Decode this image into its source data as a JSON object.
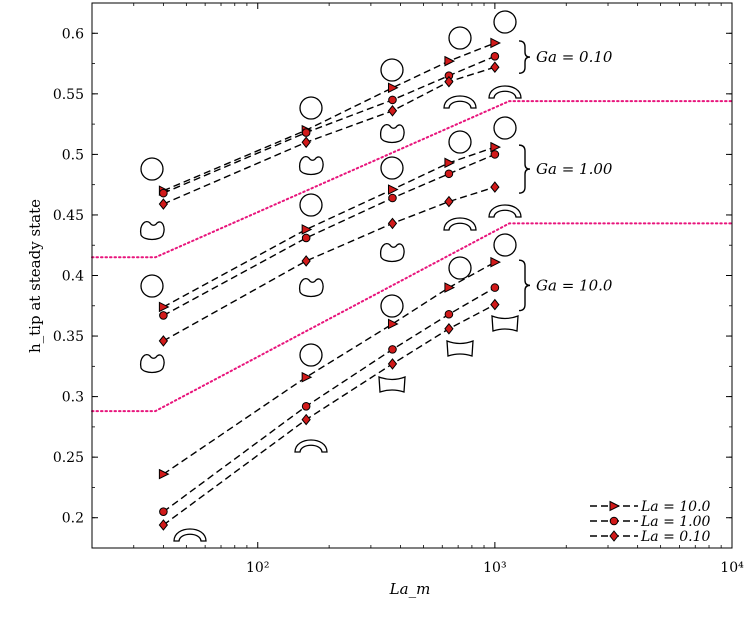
{
  "chart_data": {
    "type": "line",
    "xscale": "log",
    "xlim": [
      20,
      10000
    ],
    "ylim": [
      0.175,
      0.625
    ],
    "xlabel": "La_m",
    "ylabel": "h_tip at steady state",
    "x_ticks": [
      {
        "value": 100,
        "label": "10²"
      },
      {
        "value": 1000,
        "label": "10³"
      },
      {
        "value": 10000,
        "label": "10⁴"
      }
    ],
    "y_ticks": [
      0.2,
      0.25,
      0.3,
      0.35,
      0.4,
      0.45,
      0.5,
      0.55,
      0.6
    ],
    "y_tick_labels": [
      "0.2",
      "0.25",
      "0.3",
      "0.35",
      "0.4",
      "0.45",
      "0.5",
      "0.55",
      "0.6"
    ],
    "x": [
      40,
      160,
      370,
      640,
      1000
    ],
    "groups": [
      {
        "label": "Ga = 0.10",
        "series": [
          {
            "marker": "triangle",
            "values": [
              0.47,
              0.52,
              0.555,
              0.577,
              0.592
            ]
          },
          {
            "marker": "circle",
            "values": [
              0.468,
              0.518,
              0.545,
              0.565,
              0.581
            ]
          },
          {
            "marker": "diamond",
            "values": [
              0.459,
              0.51,
              0.536,
              0.56,
              0.572
            ]
          }
        ]
      },
      {
        "label": "Ga = 1.00",
        "series": [
          {
            "marker": "triangle",
            "values": [
              0.374,
              0.438,
              0.471,
              0.493,
              0.506
            ]
          },
          {
            "marker": "circle",
            "values": [
              0.367,
              0.431,
              0.464,
              0.484,
              0.5
            ]
          },
          {
            "marker": "diamond",
            "values": [
              0.346,
              0.412,
              0.443,
              0.461,
              0.473
            ]
          }
        ]
      },
      {
        "label": "Ga = 10.0",
        "series": [
          {
            "marker": "triangle",
            "values": [
              0.236,
              0.316,
              0.36,
              0.39,
              0.411
            ]
          },
          {
            "marker": "circle",
            "values": [
              0.205,
              0.292,
              0.339,
              0.368,
              0.39
            ]
          },
          {
            "marker": "diamond",
            "values": [
              0.194,
              0.281,
              0.327,
              0.356,
              0.376
            ]
          }
        ]
      }
    ],
    "legend": {
      "placement": "bottom-right",
      "entries": [
        {
          "marker": "triangle",
          "label": "La = 10.0"
        },
        {
          "marker": "circle",
          "label": "La = 1.00"
        },
        {
          "marker": "diamond",
          "label": "La = 0.10"
        }
      ]
    },
    "regime_boundaries": [
      {
        "points": [
          [
            20,
            0.415
          ],
          [
            37,
            0.415
          ],
          [
            1150,
            0.544
          ],
          [
            10000,
            0.544
          ]
        ]
      },
      {
        "points": [
          [
            20,
            0.288
          ],
          [
            37,
            0.288
          ],
          [
            1150,
            0.443
          ],
          [
            10000,
            0.443
          ]
        ]
      }
    ],
    "colors": {
      "marker_fill": "#d11a1a",
      "line": "#000000",
      "boundary": "#e8157c"
    },
    "grid": false
  }
}
